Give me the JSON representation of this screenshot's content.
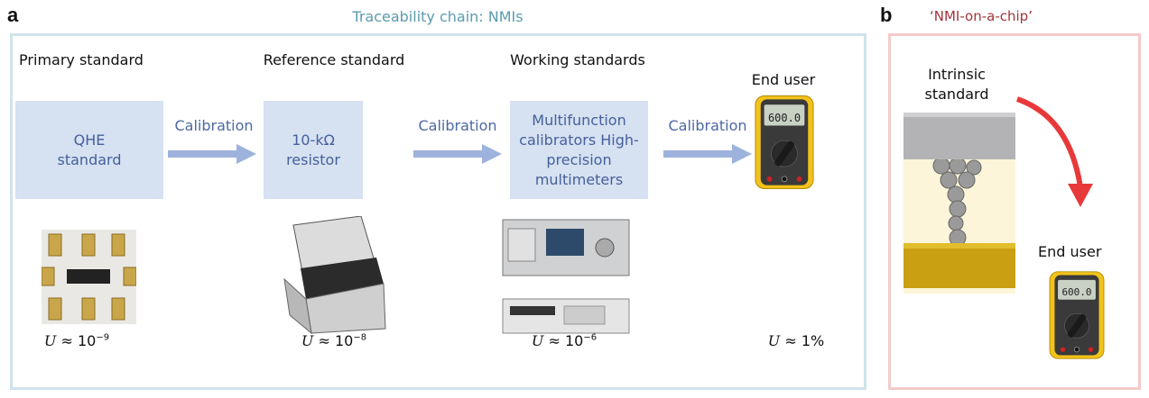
{
  "panel_a": {
    "letter": "a",
    "title": "Traceability chain: NMIs",
    "stages": [
      {
        "header": "Primary standard",
        "box": "QHE standard",
        "uncertainty_var": "U",
        "uncertainty_op": "≈",
        "uncertainty_base": "10",
        "uncertainty_exp": "−9"
      },
      {
        "header": "Reference standard",
        "box": "10-kΩ resistor",
        "uncertainty_var": "U",
        "uncertainty_op": "≈",
        "uncertainty_base": "10",
        "uncertainty_exp": "−8"
      },
      {
        "header": "Working standards",
        "box": "Multifunction calibrators High-precision multimeters",
        "uncertainty_var": "U",
        "uncertainty_op": "≈",
        "uncertainty_base": "10",
        "uncertainty_exp": "−6"
      },
      {
        "header": "End user",
        "uncertainty_var": "U",
        "uncertainty_op": "≈",
        "uncertainty_base": "1%",
        "uncertainty_exp": ""
      }
    ],
    "arrow_label": "Calibration",
    "multimeter_display": "600.0"
  },
  "panel_b": {
    "letter": "b",
    "title": "‘NMI-on-a-chip’",
    "intrinsic_label": "Intrinsic standard",
    "end_user_label": "End user"
  },
  "colors": {
    "panel_a_border": "#cfe3ea",
    "panel_b_border": "#f5caca",
    "box_fill": "#d6e1f1",
    "arrow": "#9db2dd",
    "red_arrow": "#e8393a"
  }
}
